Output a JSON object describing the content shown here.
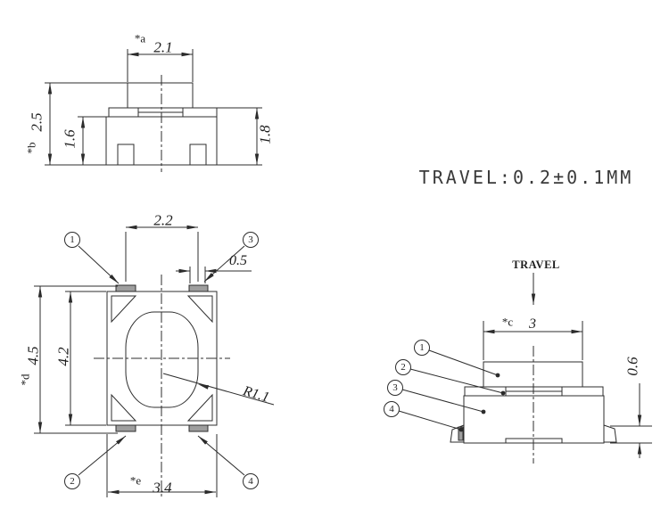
{
  "note": {
    "travel_spec": "TRAVEL:0.2±0.1MM"
  },
  "front_view": {
    "dim_a_label": "*a",
    "dim_a_value": "2.1",
    "dim_height_label": "*b",
    "dim_height_value": "2.5",
    "dim_body_height": "1.6",
    "dim_base_height": "1.8"
  },
  "top_view": {
    "dim_terminal_pitch": "2.2",
    "dim_terminal_width": "0.5",
    "dim_length_label": "*d",
    "dim_length_value": "4.5",
    "dim_body_length": "4.2",
    "dim_width_label": "*e",
    "dim_width_value": "3.4",
    "dim_radius": "R1.1",
    "callout_1": "1",
    "callout_2": "2",
    "callout_3": "3",
    "callout_4": "4"
  },
  "side_view": {
    "travel_label": "TRAVEL",
    "dim_width_label": "*c",
    "dim_width_value": "3",
    "dim_terminal_height": "0.6",
    "callout_1": "1",
    "callout_2": "2",
    "callout_3": "3",
    "callout_4": "4"
  }
}
